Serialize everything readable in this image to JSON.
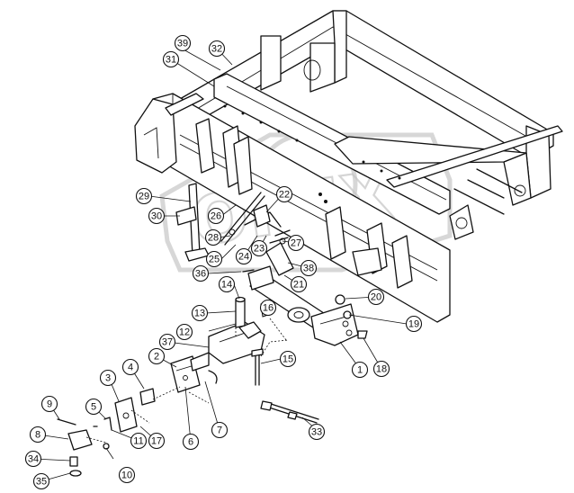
{
  "diagram": {
    "watermark": "OPEX",
    "callouts": [
      {
        "label": "1"
      },
      {
        "label": "2"
      },
      {
        "label": "3"
      },
      {
        "label": "4"
      },
      {
        "label": "5"
      },
      {
        "label": "6"
      },
      {
        "label": "7"
      },
      {
        "label": "8"
      },
      {
        "label": "9"
      },
      {
        "label": "10"
      },
      {
        "label": "11"
      },
      {
        "label": "12"
      },
      {
        "label": "13"
      },
      {
        "label": "14"
      },
      {
        "label": "15"
      },
      {
        "label": "16"
      },
      {
        "label": "17"
      },
      {
        "label": "18"
      },
      {
        "label": "19"
      },
      {
        "label": "20"
      },
      {
        "label": "21"
      },
      {
        "label": "22"
      },
      {
        "label": "23"
      },
      {
        "label": "24"
      },
      {
        "label": "25"
      },
      {
        "label": "26"
      },
      {
        "label": "27"
      },
      {
        "label": "28"
      },
      {
        "label": "29"
      },
      {
        "label": "30"
      },
      {
        "label": "31"
      },
      {
        "label": "32"
      },
      {
        "label": "33"
      },
      {
        "label": "34"
      },
      {
        "label": "35"
      },
      {
        "label": "36"
      },
      {
        "label": "37"
      },
      {
        "label": "38"
      },
      {
        "label": "39"
      }
    ]
  }
}
